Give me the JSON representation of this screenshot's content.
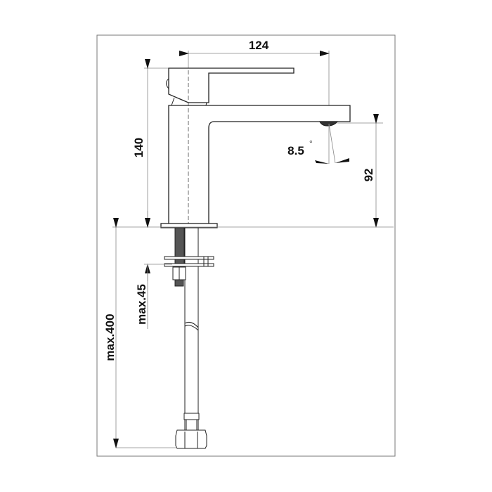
{
  "diagram": {
    "type": "technical drawing - basin mixer faucet dimensions",
    "dimensions": {
      "spout_reach": "124",
      "total_height": "140",
      "spout_angle": "8.5",
      "spout_angle_unit": "°",
      "spout_height": "92",
      "max_thread": "max.45",
      "max_hose": "max.400"
    },
    "colors": {
      "line": "#222222",
      "dim_line": "#888888",
      "frame": "#777777"
    }
  }
}
